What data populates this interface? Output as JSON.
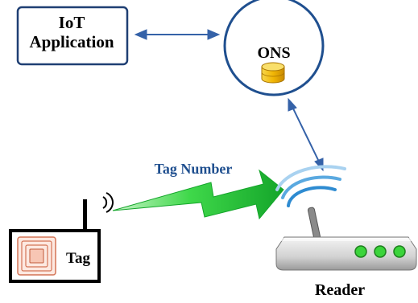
{
  "nodes": {
    "iot_application": {
      "line1": "IoT",
      "line2": "Application"
    },
    "ons": {
      "label": "ONS",
      "icon": "database-icon"
    },
    "tag": {
      "label": "Tag",
      "icon": "rfid-chip-icon"
    },
    "reader": {
      "label": "Reader",
      "icon": "wireless-router-icon"
    }
  },
  "signal": {
    "label": "Tag Number",
    "icon": "lightning-arrow-icon"
  },
  "edges": [
    {
      "from": "iot_application",
      "to": "ons",
      "direction": "both"
    },
    {
      "from": "ons",
      "to": "reader",
      "direction": "both"
    },
    {
      "from": "tag",
      "to": "reader",
      "direction": "forward",
      "label": "Tag Number"
    }
  ],
  "colors": {
    "arrow": "#3562a8",
    "ons_circle": "#1f4f8f",
    "signal_green": "#22c93a",
    "signal_label": "#1f4f8f",
    "router_body": "#d4d4d4",
    "router_led": "#3bd43b",
    "database": "#f1c40f",
    "wifi_waves": "#2e8bd1"
  }
}
